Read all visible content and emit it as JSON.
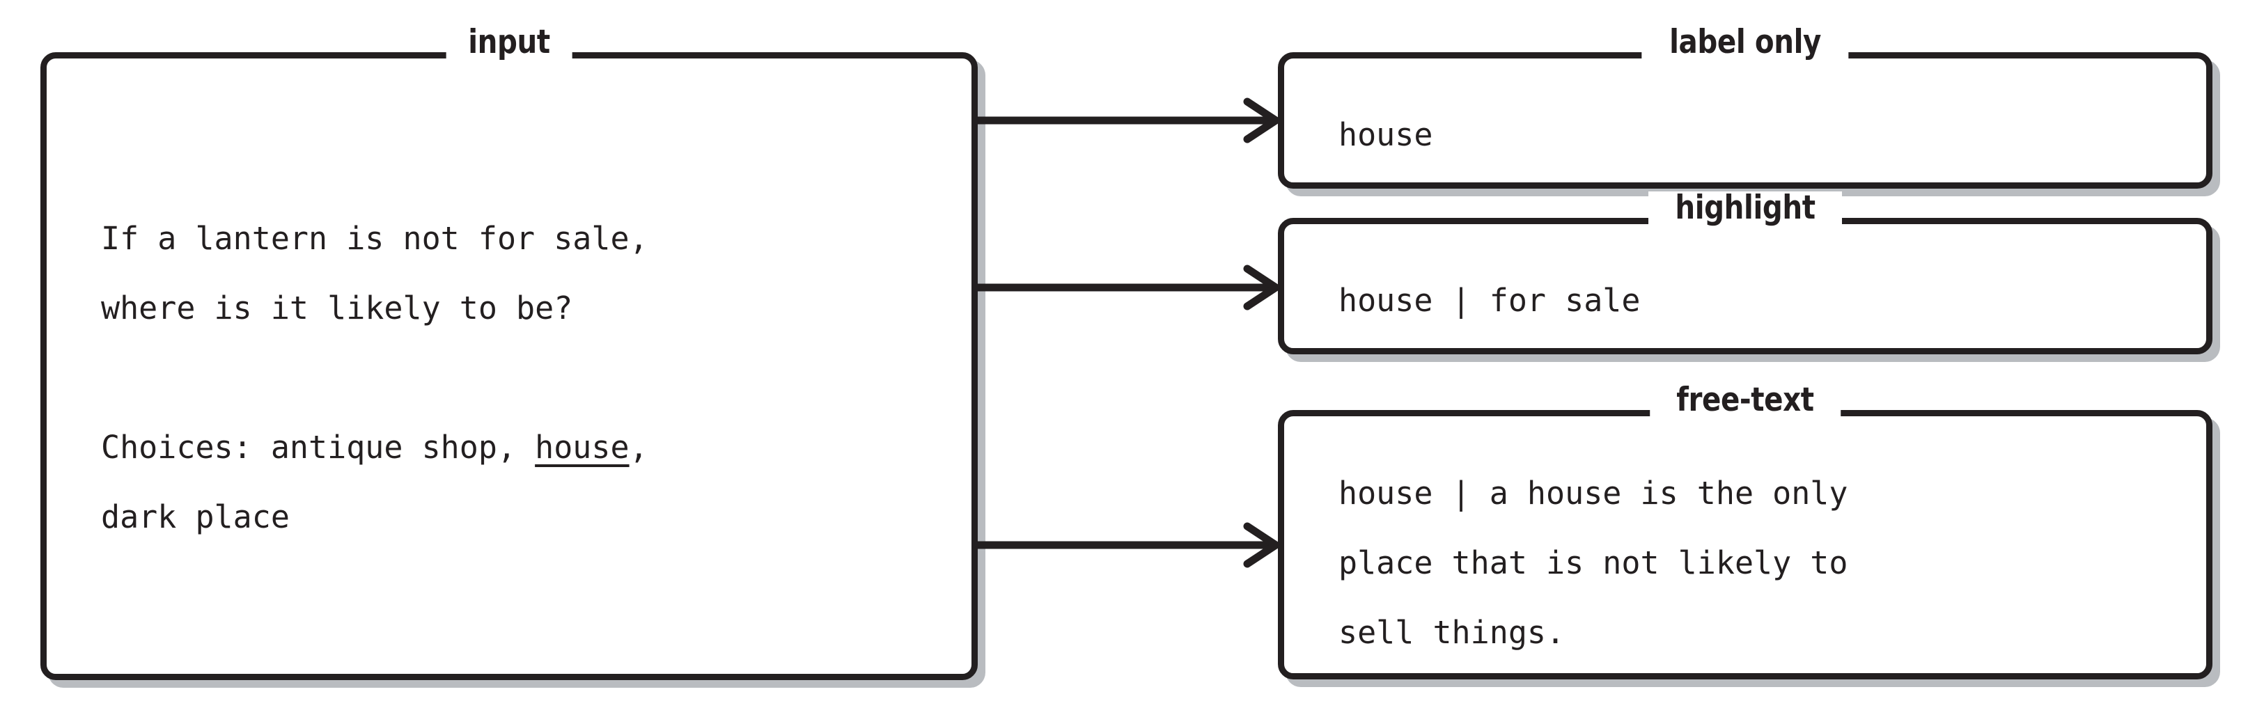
{
  "diagram": {
    "title_label_input": "input",
    "boxes": {
      "input": {
        "title": "input",
        "lines": [
          "If a lantern is not for sale,",
          "where is it likely to be?",
          "",
          "Choices: antique shop, house,",
          "dark place"
        ],
        "question": "If a lantern is not for sale, where is it likely to be?",
        "choices_prefix": "Choices: antique shop, ",
        "choices_underlined": "house",
        "choices_suffix": ",",
        "choices_line2": "dark place",
        "q_line1": "If a lantern is not for sale,",
        "q_line2": "where is it likely to be?"
      },
      "label_only": {
        "title": "label only",
        "line1": "house"
      },
      "highlight": {
        "title": "highlight",
        "line1": "house | for sale"
      },
      "free_text": {
        "title": "free-text",
        "line1": "house | a house is the only",
        "line2": "place that is not likely to",
        "line3": "sell things."
      }
    },
    "arrows": [
      {
        "name": "input-to-label-only",
        "from": "input",
        "to": "label only"
      },
      {
        "name": "input-to-highlight",
        "from": "input",
        "to": "highlight"
      },
      {
        "name": "input-to-free-text",
        "from": "input",
        "to": "free-text"
      }
    ],
    "colors": {
      "stroke": "#231f20",
      "shadow": "#b9bcc0",
      "background": "#ffffff"
    }
  }
}
